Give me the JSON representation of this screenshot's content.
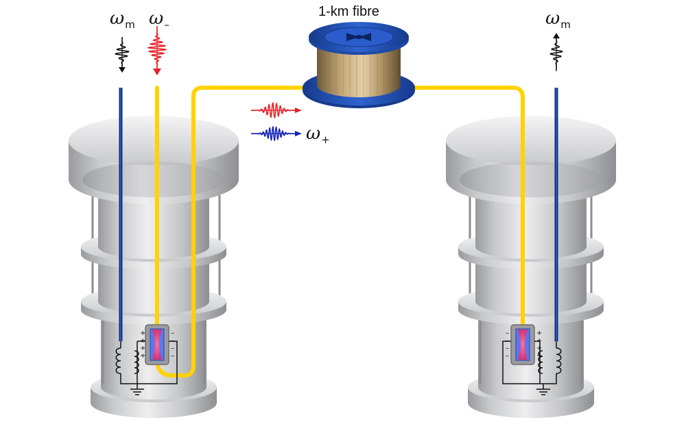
{
  "title": "1-km fibre",
  "symbols": {
    "omega": "ω",
    "sub_m": "m",
    "sub_minus": "–",
    "sub_plus": "+"
  },
  "colors": {
    "fiber": "#ffd200",
    "microwave_line": "#0d2d7a",
    "red_pulse": "#e8202a",
    "blue_pulse": "#1525b8",
    "cryostat": "#d2d3d5",
    "spool": "#2050b8",
    "crystal": "#5a78f0",
    "optical_mode": "#f06080"
  },
  "icons": [
    "microwave-pulse-icon",
    "optical-pulse-icon",
    "fiber-spool-icon",
    "ground-icon",
    "inductor-coil-icon"
  ]
}
